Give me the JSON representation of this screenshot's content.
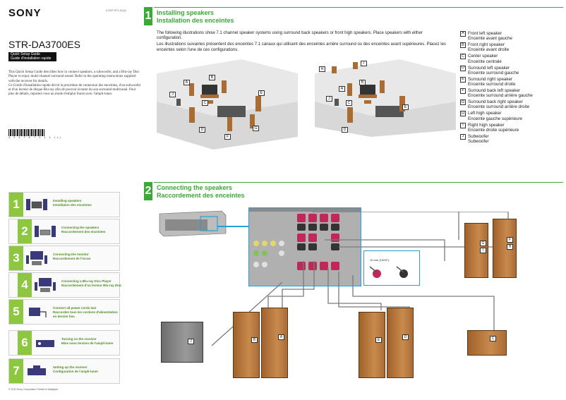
{
  "brand": "SONY",
  "part_number": "4-247-071-11(1)",
  "model": "STR-DA3700ES",
  "guide_title_en": "Quick Setup Guide",
  "guide_title_fr": "Guide d'installation rapide",
  "intro_en": "This Quick Setup Guide describes how to connect speakers, a subwoofer, and a Blu-ray Disc Player to enjoy multi-channel surround sound. Refer to the operating instructions supplied with the receiver for details.",
  "intro_fr": "Ce Guide d'installation rapide décrit la procédure de connexion des enceintes, d'un subwoofer et d'un lecteur de disque Blu-ray afin de pouvoir écouter du son surround multicanal. Pour plus de détails, reportez-vous au mode d'emploi fourni avec l'ampli-tuner.",
  "barcode_number": "4 2 4 7 0 7 1 1 1 (1)",
  "copyright": "© 2011 Sony Corporation   Printed in Malaysia",
  "steps": [
    {
      "num": "1",
      "label_en": "Installing speakers",
      "label_fr": "Installation des enceintes"
    },
    {
      "num": "2",
      "label_en": "Connecting the speakers",
      "label_fr": "Raccordement des enceintes"
    },
    {
      "num": "3",
      "label_en": "Connecting the monitor",
      "label_fr": "Raccordement de l'écran"
    },
    {
      "num": "4",
      "label_en": "Connecting a Blu-ray Disc Player",
      "label_fr": "Raccordement d'un lecteur Blu-ray Disc"
    },
    {
      "num": "5",
      "label_en": "Connect all power cords last",
      "label_fr": "Raccordez tous les cordons d'alimentation en dernier lieu"
    },
    {
      "num": "6",
      "label_en": "Turning on the receiver",
      "label_fr": "Mise sous tension de l'ampli-tuner"
    },
    {
      "num": "7",
      "label_en": "Setting up the receiver",
      "label_fr": "Configuration de l'ampli-tuner"
    }
  ],
  "section1": {
    "num": "1",
    "title_en": "Installing speakers",
    "title_fr": "Installation des enceintes",
    "text_en": "The following illustrations show 7.1 channel speaker systems using surround back speakers or front high speakers. Place speakers with either configuration.",
    "text_fr": "Les illustrations suivantes présentent des enceintes 7.1 canaux qui utilisent des enceintes arrière surround ou des enceintes avant supérieures. Placez les enceintes selon l'une de ces configurations."
  },
  "section2": {
    "num": "2",
    "title_en": "Connecting the speakers",
    "title_fr": "Raccordement des enceintes",
    "strip_length": "10 mm (13/32\")"
  },
  "legend": [
    {
      "key": "A",
      "en": "Front left speaker",
      "fr": "Enceinte avant gauche"
    },
    {
      "key": "B",
      "en": "Front right speaker",
      "fr": "Enceinte avant droite"
    },
    {
      "key": "C",
      "en": "Center speaker",
      "fr": "Enceinte centrale"
    },
    {
      "key": "D",
      "en": "Surround left speaker",
      "fr": "Enceinte surround gauche"
    },
    {
      "key": "E",
      "en": "Surround right speaker",
      "fr": "Enceinte surround droite"
    },
    {
      "key": "F",
      "en": "Surround back left speaker",
      "fr": "Enceinte surround arrière gauche"
    },
    {
      "key": "G",
      "en": "Surround back right speaker",
      "fr": "Enceinte surround arrière droite"
    },
    {
      "key": "H",
      "en": "Left high speaker",
      "fr": "Enceinte gauche supérieure"
    },
    {
      "key": "I",
      "en": "Right high speaker",
      "fr": "Enceinte droite supérieure"
    },
    {
      "key": "J",
      "en": "Subwoofer",
      "fr": "Subwoofer"
    }
  ],
  "colors": {
    "accent": "#3aa935",
    "step_green": "#8dc63f",
    "speaker_wood": "#b5763b",
    "highlight_blue": "#2a9fd6"
  }
}
